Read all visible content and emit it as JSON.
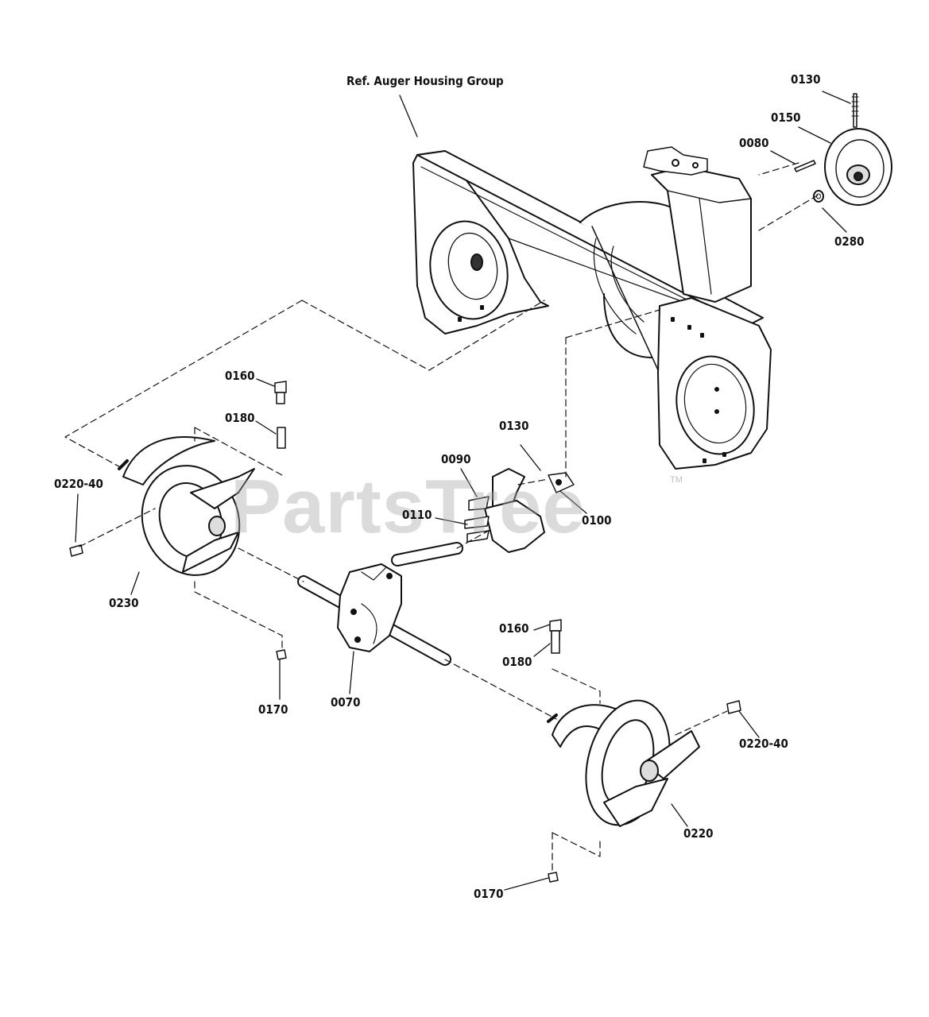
{
  "reference": "Ref. Auger Housing Group",
  "watermark": "PartsTree",
  "trademark": "TM",
  "parts": [
    {
      "id": "0130"
    },
    {
      "id": "0150"
    },
    {
      "id": "0080"
    },
    {
      "id": "0280"
    },
    {
      "id": "0160"
    },
    {
      "id": "0180"
    },
    {
      "id": "0220-40"
    },
    {
      "id": "0230"
    },
    {
      "id": "0130"
    },
    {
      "id": "0090"
    },
    {
      "id": "0110"
    },
    {
      "id": "0100"
    },
    {
      "id": "0160"
    },
    {
      "id": "0180"
    },
    {
      "id": "0170"
    },
    {
      "id": "0070"
    },
    {
      "id": "0220-40"
    },
    {
      "id": "0220"
    },
    {
      "id": "0170"
    }
  ]
}
